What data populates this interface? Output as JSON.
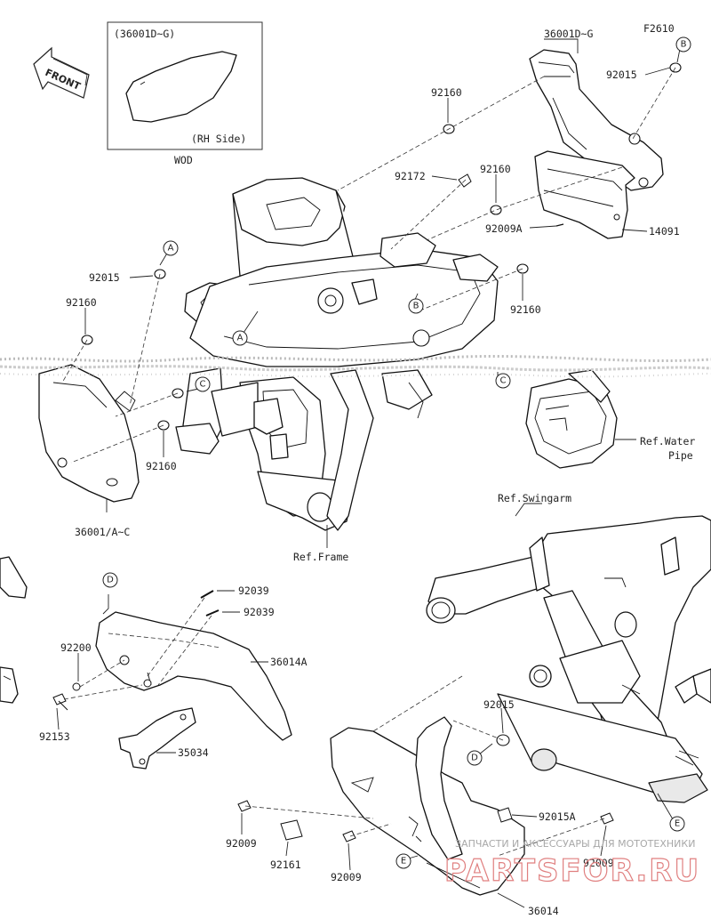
{
  "diagram_code": "F2610",
  "inset": {
    "part_ref": "(36001D~G)",
    "side_note": "(RH Side)",
    "variant": "WOD"
  },
  "front_label": "FRONT",
  "labels": {
    "p36001D_G": "36001D~G",
    "p92015_B": "92015",
    "p92160_top": "92160",
    "p92172": "92172",
    "p92160_mid": "92160",
    "p92009A": "92009A",
    "p14091": "14091",
    "p92160_right": "92160",
    "p92015_A": "92015",
    "p92160_left": "92160",
    "p92160_low": "92160",
    "p36001_A_C": "36001/A~C",
    "ref_frame": "Ref.Frame",
    "ref_water_pipe_1": "Ref.Water",
    "ref_water_pipe_2": "Pipe",
    "ref_swingarm": "Ref.Swingarm",
    "p92039_a": "92039",
    "p92039_b": "92039",
    "p36014A": "36014A",
    "p92200": "92200",
    "p92153": "92153",
    "p35034": "35034",
    "p92015_D": "92015",
    "p92015A": "92015A",
    "p92009_a": "92009",
    "p92161": "92161",
    "p92009_b": "92009",
    "p92009_c": "92009",
    "p36014": "36014"
  },
  "callouts": {
    "A": "A",
    "B": "B",
    "C": "C",
    "D": "D",
    "E": "E"
  },
  "watermark": {
    "text": "ЗАПЧАСТИ И АКСЕССУАРЫ ДЛЯ МОТОТЕХНИКИ",
    "brand": "PARTSFOR.RU"
  }
}
